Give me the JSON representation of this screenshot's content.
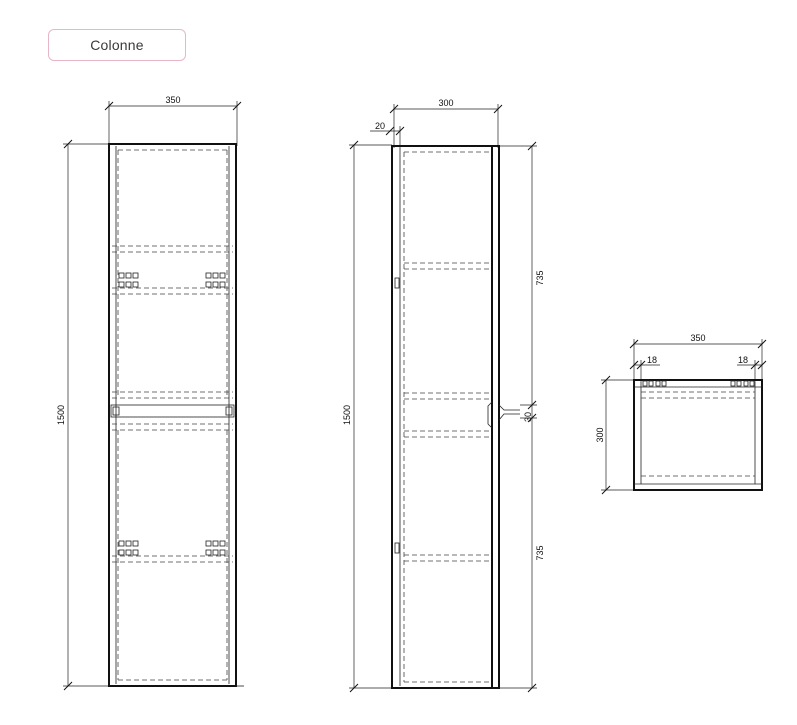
{
  "category_tag": {
    "label": "Colonne"
  },
  "front_view": {
    "width_label": "350",
    "height_label": "1500"
  },
  "side_view": {
    "depth_label": "300",
    "offset_label": "20",
    "height_label": "1500",
    "upper_label": "735",
    "lower_label": "735",
    "gap_label": "30"
  },
  "top_view": {
    "width_label": "350",
    "depth_label": "300",
    "left_panel_label": "18",
    "right_panel_label": "18"
  }
}
